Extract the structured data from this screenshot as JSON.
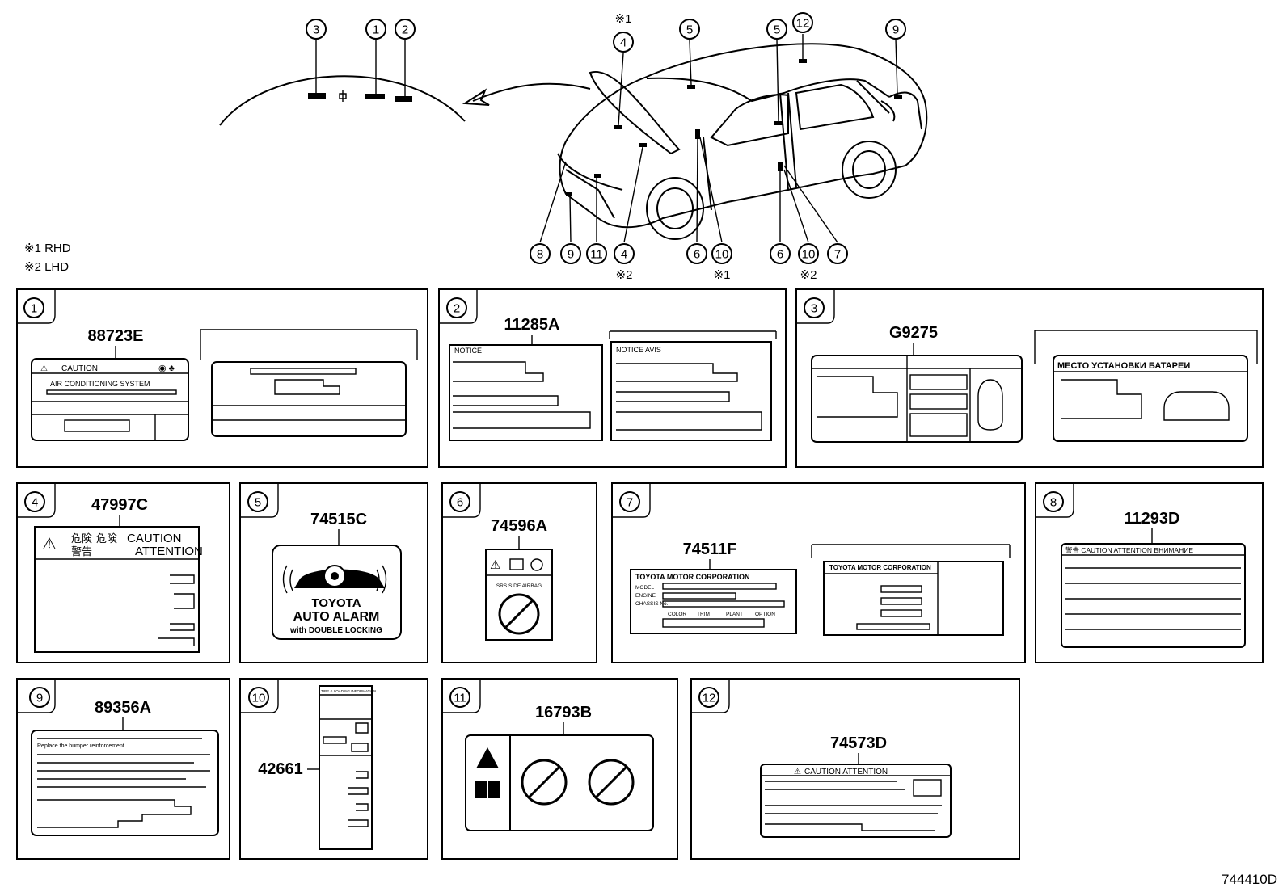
{
  "notes": {
    "rhd": "※1 RHD",
    "lhd": "※2 LHD"
  },
  "overview_callouts": [
    "3",
    "1",
    "2",
    "4",
    "5",
    "5",
    "12",
    "9",
    "8",
    "9",
    "11",
    "4",
    "6",
    "10",
    "6",
    "10",
    "7"
  ],
  "overview_marks": {
    "m1_top": "※1",
    "m2_bottom": "※2",
    "m1_bottom": "※1",
    "m2_right": "※2"
  },
  "panels": [
    {
      "num": "1",
      "part": "88723E",
      "text": {
        "caution": "CAUTION",
        "system": "AIR CONDITIONING SYSTEM"
      }
    },
    {
      "num": "2",
      "part": "11285A",
      "text": {
        "notice": "NOTICE",
        "avis": "NOTICE AVIS"
      }
    },
    {
      "num": "3",
      "part": "G9275",
      "text": {
        "battery": "МЕСТО УСТАНОВКИ БАТАРЕИ"
      }
    },
    {
      "num": "4",
      "part": "47997C",
      "text": {
        "jp1": "危険",
        "jp2": "危険",
        "jp3": "警告",
        "caution": "CAUTION",
        "attention": "ATTENTION"
      }
    },
    {
      "num": "5",
      "part": "74515C",
      "text": {
        "l1": "TOYOTA",
        "l2": "AUTO ALARM",
        "l3": "with DOUBLE LOCKING"
      }
    },
    {
      "num": "6",
      "part": "74596A",
      "text": {
        "srs": "SRS  SIDE  AIRBAG"
      }
    },
    {
      "num": "7",
      "part": "74511F",
      "text": {
        "corp": "TOYOTA MOTOR CORPORATION",
        "corp2": "TOYOTA MOTOR CORPORATION",
        "model": "MODEL",
        "engine": "ENGINE",
        "chassis": "CHASSIS No.",
        "color": "COLOR",
        "trim": "TRIM",
        "plant": "PLANT",
        "option": "OPTION"
      }
    },
    {
      "num": "8",
      "part": "11293D",
      "text": {
        "head": "警告 CAUTION ATTENTION ВНИМАНИЕ"
      }
    },
    {
      "num": "9",
      "part": "89356A",
      "text": {
        "l1": "Replace the bumper reinforcement"
      }
    },
    {
      "num": "10",
      "part": "42661",
      "text": {
        "top": "TIRE & LOADING INFORMATION"
      }
    },
    {
      "num": "11",
      "part": "16793B",
      "text": {}
    },
    {
      "num": "12",
      "part": "74573D",
      "text": {
        "head": "CAUTION  ATTENTION"
      }
    }
  ],
  "figure_id": "744410D"
}
